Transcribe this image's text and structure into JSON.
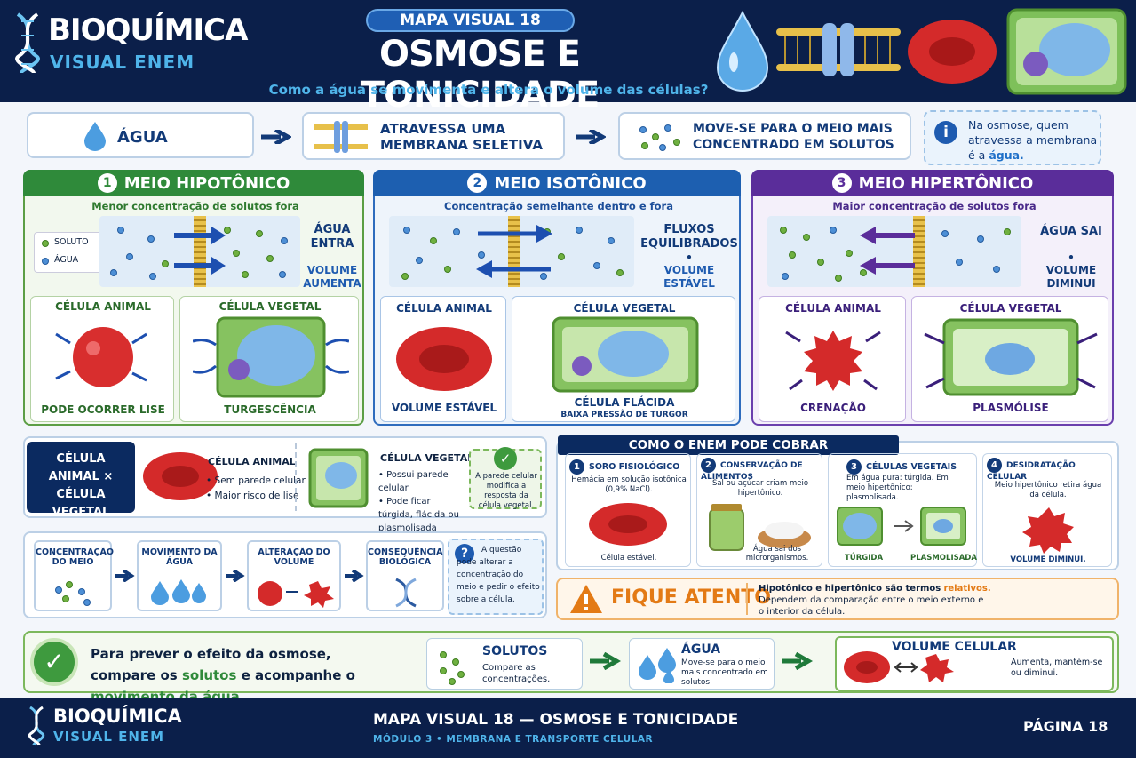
{
  "brand": {
    "line1": "BIOQUÍMICA",
    "line2": "VISUAL ENEM"
  },
  "header": {
    "badge": "MAPA VISUAL 18",
    "title": "OSMOSE E TONICIDADE",
    "subtitle": "Como a água se movimenta e altera o volume das células?"
  },
  "flow": {
    "water": "ÁGUA",
    "crosses": "ATRAVESSA UMA MEMBRANA SELETIVA",
    "moves": "MOVE-SE PARA O MEIO MAIS CONCENTRADO EM SOLUTOS",
    "note_prefix": "Na osmose, quem atravessa a membrana é a",
    "note_highlight": "água."
  },
  "panels": {
    "hypo": {
      "number": "1",
      "title": "MEIO HIPOTÔNICO",
      "desc": "Menor concentração de solutos fora",
      "legend_solute": "SOLUTO",
      "legend_water": "ÁGUA",
      "side1": "ÁGUA ENTRA",
      "side2": "VOLUME AUMENTA",
      "animal": "CÉLULA ANIMAL",
      "animal_result": "PODE OCORRER LISE",
      "plant": "CÉLULA VEGETAL",
      "plant_result": "TURGESCÊNCIA"
    },
    "iso": {
      "number": "2",
      "title": "MEIO ISOTÔNICO",
      "desc": "Concentração semelhante dentro e fora",
      "side1": "FLUXOS EQUILIBRADOS",
      "bullet": "•",
      "side2": "VOLUME ESTÁVEL",
      "animal": "CÉLULA ANIMAL",
      "animal_result": "VOLUME ESTÁVEL",
      "plant": "CÉLULA VEGETAL",
      "plant_result": "CÉLULA FLÁCIDA",
      "plant_sub": "BAIXA PRESSÃO DE TURGOR"
    },
    "hyper": {
      "number": "3",
      "title": "MEIO HIPERTÔNICO",
      "desc": "Maior concentração de solutos fora",
      "side1": "ÁGUA SAI",
      "bullet": "•",
      "side2": "VOLUME DIMINUI",
      "animal": "CÉLULA ANIMAL",
      "animal_result": "CRENAÇÃO",
      "plant": "CÉLULA VEGETAL",
      "plant_result": "PLASMÓLISE"
    }
  },
  "compare": {
    "title": "CÉLULA ANIMAL × CÉLULA VEGETAL",
    "animal_title": "CÉLULA ANIMAL",
    "animal_items": [
      "Sem parede celular",
      "Maior risco de lise"
    ],
    "plant_title": "CÉLULA VEGETAL",
    "plant_items": [
      "Possui parede celular",
      "Pode ficar túrgida, flácida ou plasmolisada"
    ],
    "note": "A parede celular modifica a resposta da célula vegetal."
  },
  "chain": {
    "steps": [
      "CONCENTRAÇÃO DO MEIO",
      "MOVIMENTO DA ÁGUA",
      "ALTERAÇÃO DO VOLUME",
      "CONSEQUÊNCIA BIOLÓGICA"
    ],
    "note_icon": "?",
    "note": "A questão pode alterar a concentração do meio e pedir o efeito sobre a célula."
  },
  "enem": {
    "title": "COMO O ENEM PODE COBRAR",
    "items": [
      {
        "n": "1",
        "title": "SORO FISIOLÓGICO",
        "text": "Hemácia em solução isotônica (0,9% NaCl).",
        "caption": "Célula estável."
      },
      {
        "n": "2",
        "title": "CONSERVAÇÃO DE ALIMENTOS",
        "text": "Sal ou açúcar criam meio hipertônico.",
        "caption": "Água sai dos microrganismos."
      },
      {
        "n": "3",
        "title": "CÉLULAS VEGETAIS",
        "text": "Em água pura: túrgida. Em meio hipertônico: plasmolisada.",
        "caption": "TÚRGIDA",
        "caption2": "PLASMOLISADA"
      },
      {
        "n": "4",
        "title": "DESIDRATAÇÃO CELULAR",
        "text": "Meio hipertônico retira água da célula.",
        "caption": "VOLUME DIMINUI."
      }
    ]
  },
  "attention": {
    "title": "FIQUE ATENTO",
    "text1": "Hipotônico e hipertônico são termos",
    "highlight": "relativos.",
    "text2": "Dependem da comparação entre o meio externo e o interior da célula."
  },
  "summary": {
    "part1": "Para prever o efeito da osmose, compare os",
    "solutes": "solutos",
    "part2": "e acompanhe o",
    "movement": "movimento da água.",
    "solutes_title": "SOLUTOS",
    "solutes_text": "Compare as concentrações.",
    "water_title": "ÁGUA",
    "water_text": "Move-se para o meio mais concentrado em solutos.",
    "volume_title": "VOLUME CELULAR",
    "volume_text": "Aumenta, mantém-se ou diminui."
  },
  "footer": {
    "brand1": "BIOQUÍMICA",
    "brand2": "VISUAL ENEM",
    "title": "MAPA VISUAL 18 — OSMOSE E TONICIDADE",
    "module": "MÓDULO 3  •  MEMBRANA E TRANSPORTE CELULAR",
    "page": "PÁGINA 18"
  },
  "colors": {
    "navy": "#0b1f4a",
    "green": "#2f8a3a",
    "blue": "#1d5fb0",
    "purple": "#5a2d9a",
    "orange": "#e37a15",
    "cyan": "#4fb4ea"
  }
}
